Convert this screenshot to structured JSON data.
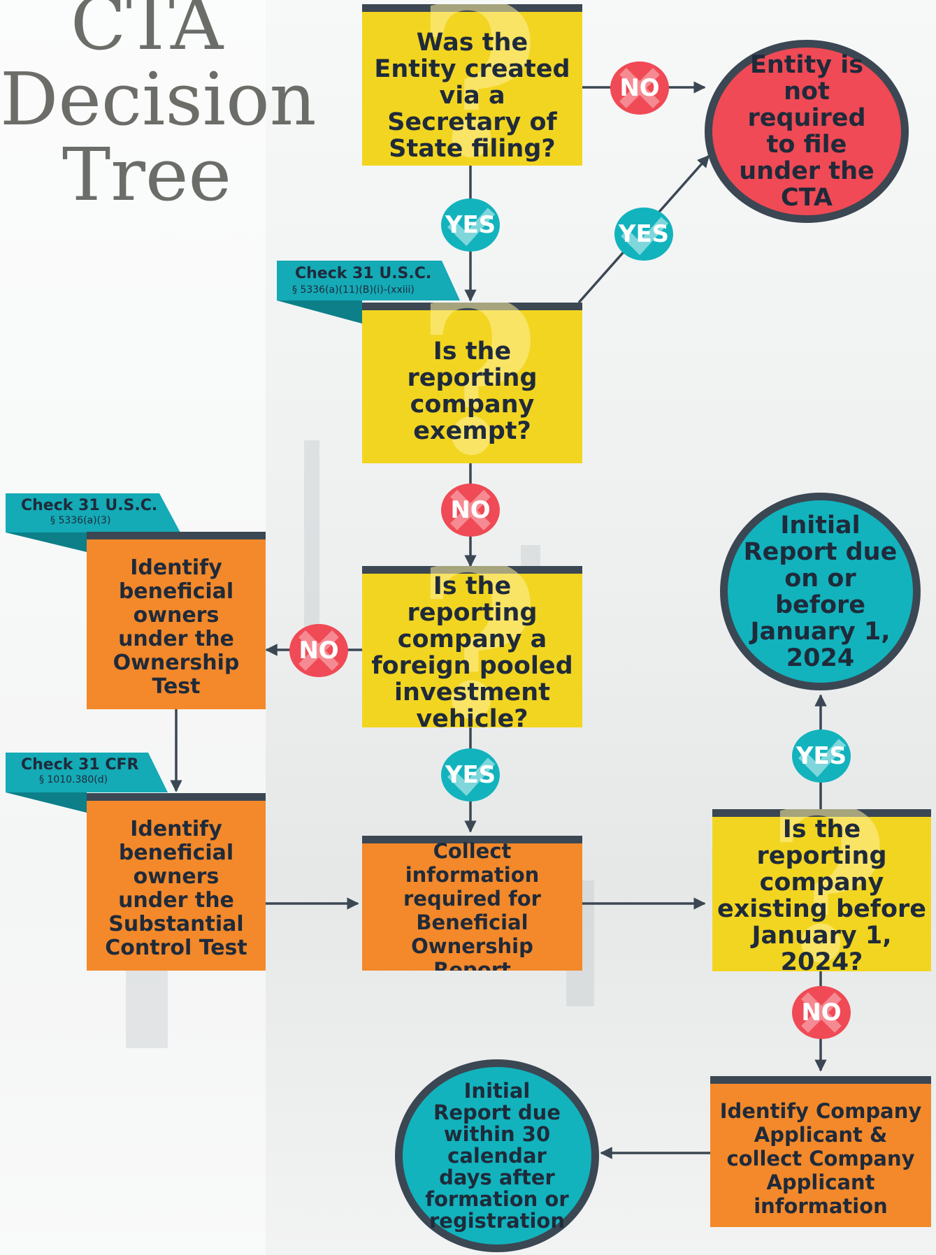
{
  "title": {
    "line1": "CTA",
    "line2": "Decision",
    "line3": "Tree"
  },
  "questions": {
    "q1": {
      "label": "Was the Entity created via a Secretary of State filing?"
    },
    "q2": {
      "label": "Is the reporting company exempt?"
    },
    "q3": {
      "label": "Is the reporting company a foreign pooled investment vehicle?"
    },
    "q4": {
      "label": "Is the reporting company existing before January 1, 2024?"
    }
  },
  "actions": {
    "ownership": {
      "label": "Identify beneficial owners under the Ownership Test"
    },
    "control": {
      "label": "Identify beneficial owners under the Substantial Control Test"
    },
    "collect": {
      "label": "Collect information required for Beneficial Ownership Report"
    },
    "applicant": {
      "label": "Identify Company Applicant & collect Company Applicant information"
    }
  },
  "outcomes": {
    "not_required": {
      "label": "Entity is not required to file under the CTA"
    },
    "due_2024": {
      "label": "Initial Report due on or before January 1, 2024"
    },
    "due_30": {
      "label": "Initial Report due within 30 calendar days after formation or registration"
    }
  },
  "references": {
    "exempt": {
      "main": "Check 31 U.S.C.",
      "sub": "§ 5336(a)(11)(B)(i)-(xxiii)"
    },
    "ownership": {
      "main": "Check 31 U.S.C.",
      "sub": "§ 5336(a)(3)"
    },
    "control": {
      "main": "Check 31 CFR",
      "sub": "§ 1010.380(d)"
    }
  },
  "answers": {
    "yes": "YES",
    "no": "NO"
  },
  "colors": {
    "question": "#f2d520",
    "action": "#f3892a",
    "negative": "#ef4a55",
    "positive": "#12b3bd",
    "header": "#3b4753",
    "tag": "#14aab6"
  }
}
